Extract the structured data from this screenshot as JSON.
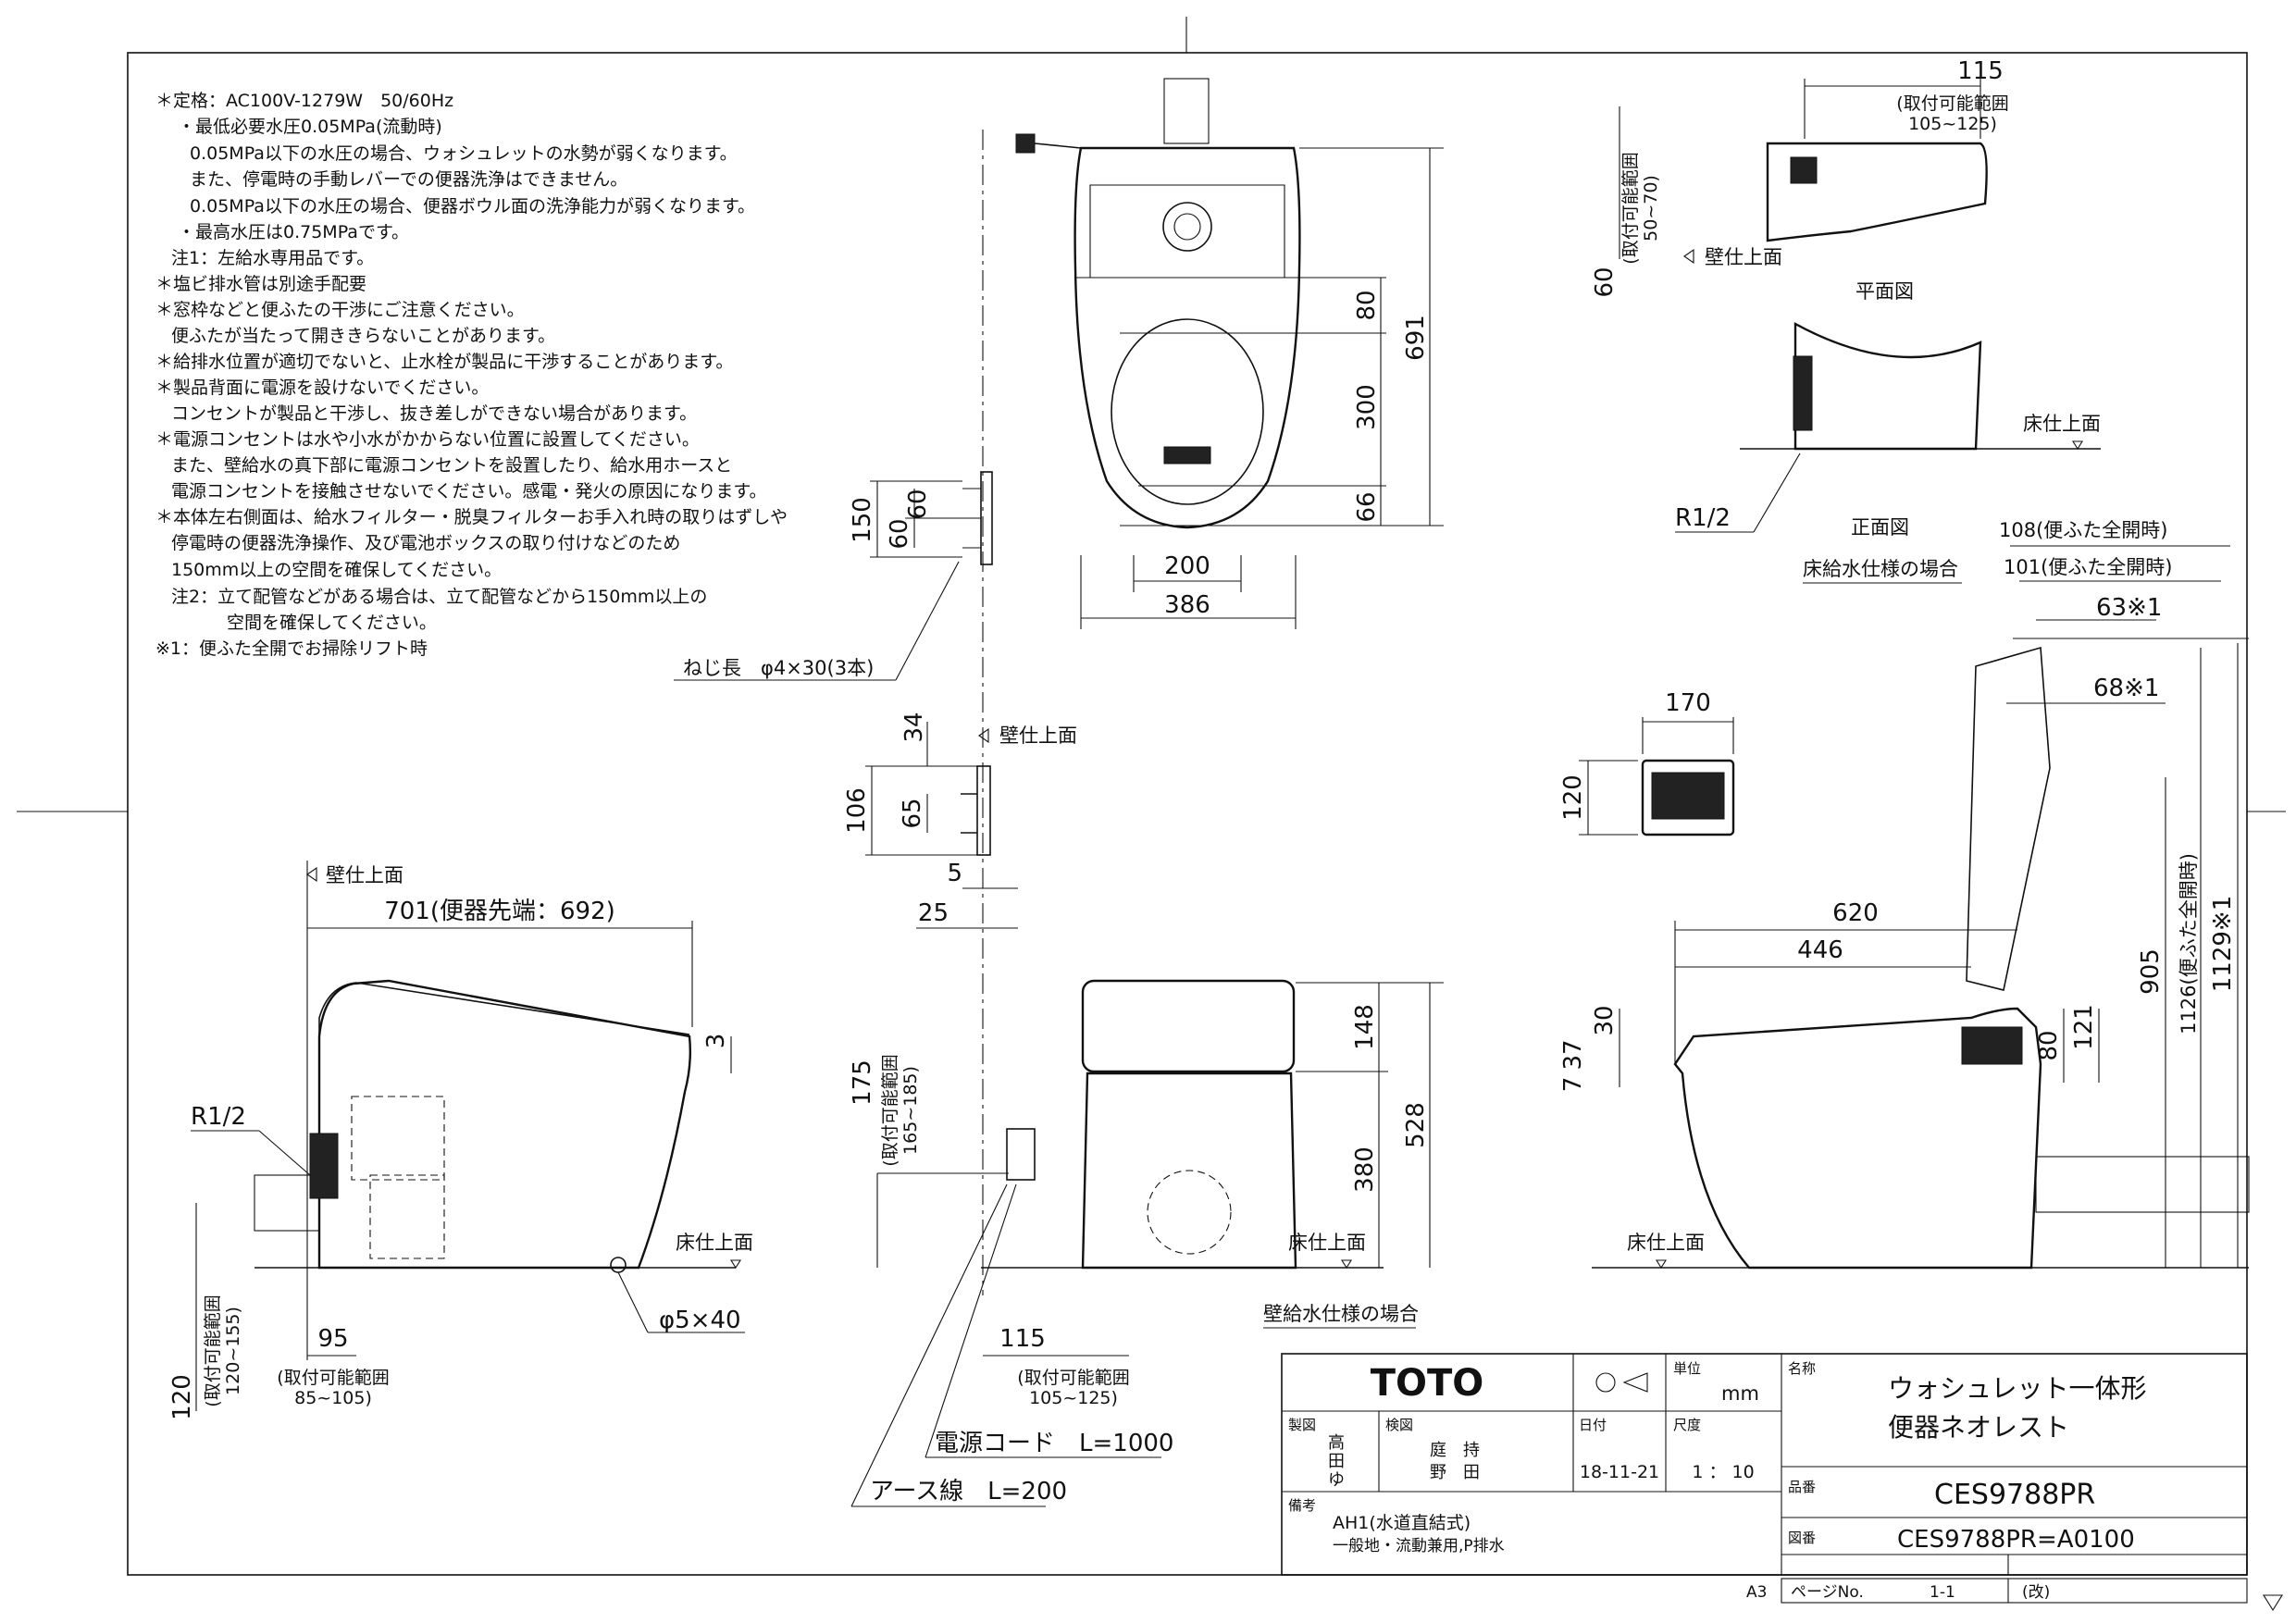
{
  "notes": [
    "＊定格：AC100V-1279W　50/60Hz",
    "・最低必要水圧0.05MPa(流動時)",
    "0.05MPa以下の水圧の場合、ウォシュレットの水勢が弱くなります。",
    "また、停電時の手動レバーでの便器洗浄はできません。",
    "0.05MPa以下の水圧の場合、便器ボウル面の洗浄能力が弱くなります。",
    "・最高水圧は0.75MPaです。",
    "注1：左給水専用品です。",
    "＊塩ビ排水管は別途手配要",
    "＊窓枠などと便ふたの干渉にご注意ください。",
    "便ふたが当たって開ききらないことがあります。",
    "＊給排水位置が適切でないと、止水栓が製品に干渉することがあります。",
    "＊製品背面に電源を設けないでください。",
    "コンセントが製品と干渉し、抜き差しができない場合があります。",
    "＊電源コンセントは水や小水がかからない位置に設置してください。",
    "また、壁給水の真下部に電源コンセントを設置したり、給水用ホースと",
    "電源コンセントを接触させないでください。感電・発火の原因になります。",
    "＊本体左右側面は、給水フィルター・脱臭フィルターお手入れ時の取りはずしや",
    "停電時の便器洗浄操作、及び電池ボックスの取り付けなどのため",
    "150mm以上の空間を確保してください。",
    "注2：立て配管などがある場合は、立て配管などから150mm以上の",
    "空間を確保してください。",
    "※1：便ふた全開でお掃除リフト時"
  ],
  "top_view": {
    "dims": {
      "height_total": "691",
      "d80": "80",
      "d300": "300",
      "d66": "66",
      "w200": "200",
      "w386": "386"
    }
  },
  "bracket": {
    "dims": {
      "d150": "150",
      "d60a": "60",
      "d60b": "60"
    },
    "screw_label": "ねじ長　φ4×30(3本)"
  },
  "remote": {
    "wall_label": "壁仕上面",
    "dims": {
      "d34": "34",
      "d106": "106",
      "d65": "65",
      "d5": "5",
      "d25": "25",
      "w170": "170",
      "h120": "120"
    }
  },
  "side_left": {
    "wall_label": "壁仕上面",
    "floor_label": "床仕上面",
    "r_label": "R1/2",
    "dims": {
      "length": "701(便器先端：692)",
      "d3": "3",
      "d120": "120",
      "d120_range": "(取付可能範囲\n120~155)",
      "d95": "95",
      "d95_range": "(取付可能範囲\n85~105)"
    },
    "anchor_label": "φ5×40"
  },
  "front_view": {
    "floor_label": "床仕上面",
    "caption": "壁給水仕様の場合",
    "dims": {
      "d148": "148",
      "d528": "528",
      "d380": "380",
      "d175": "175",
      "d175_range": "(取付可能範囲\n165~185)",
      "d115": "115",
      "d115_range": "(取付可能範囲\n105~125)"
    },
    "cord_label": "電源コード　L=1000",
    "earth_label": "アース線　L=200"
  },
  "floor_supply": {
    "dims": {
      "d115": "115",
      "d115_range": "(取付可能範囲\n105~125)",
      "d60": "60",
      "d60_range": "(取付可能範囲\n50~70)"
    },
    "wall_label": "壁仕上面",
    "plan_caption": "平面図",
    "floor_label": "床仕上面",
    "r_label": "R1/2",
    "front_caption": "正面図",
    "case_caption": "床給水仕様の場合"
  },
  "side_right": {
    "floor_label": "床仕上面",
    "dims": {
      "d108": "108(便ふた全開時)",
      "d101": "101(便ふた全開時)",
      "d63": "63※1",
      "d68": "68※1",
      "d620": "620",
      "d446": "446",
      "d905": "905",
      "d1126": "1126(便ふた全開時)",
      "d1129": "1129※1",
      "d30": "30",
      "d37": "37",
      "d7": "7",
      "d80": "80",
      "d121": "121"
    }
  },
  "title_block": {
    "brand": "TOTO",
    "unit_label": "単位",
    "unit": "mm",
    "name_label": "名称",
    "name_line1": "ウォシュレット一体形",
    "name_line2": "便器ネオレスト",
    "drawn_label": "製図",
    "drawn_by": [
      "高",
      "田",
      "ゆ"
    ],
    "checked_label": "検図",
    "checked_by": [
      "庭　持",
      "野　田"
    ],
    "date_label": "日付",
    "date": "18-11-21",
    "scale_label": "尺度",
    "scale": "1 ： 10",
    "part_label": "品番",
    "part_no": "CES9788PR",
    "remarks_label": "備考",
    "remarks1": "AH1(水道直結式)",
    "remarks2": "一般地・流動兼用,P排水",
    "drawing_label": "図番",
    "drawing_no": "CES9788PR=A0100",
    "page_label": "ページNo.",
    "page": "1-1",
    "rev_label": "(改)",
    "paper": "A3"
  }
}
